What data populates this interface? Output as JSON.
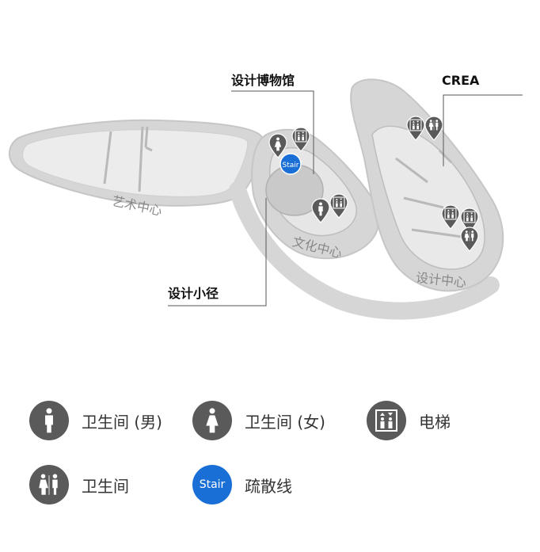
{
  "map": {
    "zones": {
      "art_center": "艺术中心",
      "culture_center": "文化中心",
      "design_center": "设计中心"
    },
    "callouts": {
      "museum": "设计博物馆",
      "crea": "CREA",
      "path": "设计小径"
    },
    "markers": {
      "stair_label": "Stair"
    },
    "colors": {
      "building_fill": "#d6d6d6",
      "building_inner": "#ececec",
      "marker": "#5a5a5a",
      "stair": "#1a6fd6"
    }
  },
  "legend": {
    "male_restroom": "卫生间 (男)",
    "female_restroom": "卫生间 (女)",
    "elevator": "电梯",
    "restroom": "卫生间",
    "stair_icon": "Stair",
    "evacuation": "疏散线"
  }
}
